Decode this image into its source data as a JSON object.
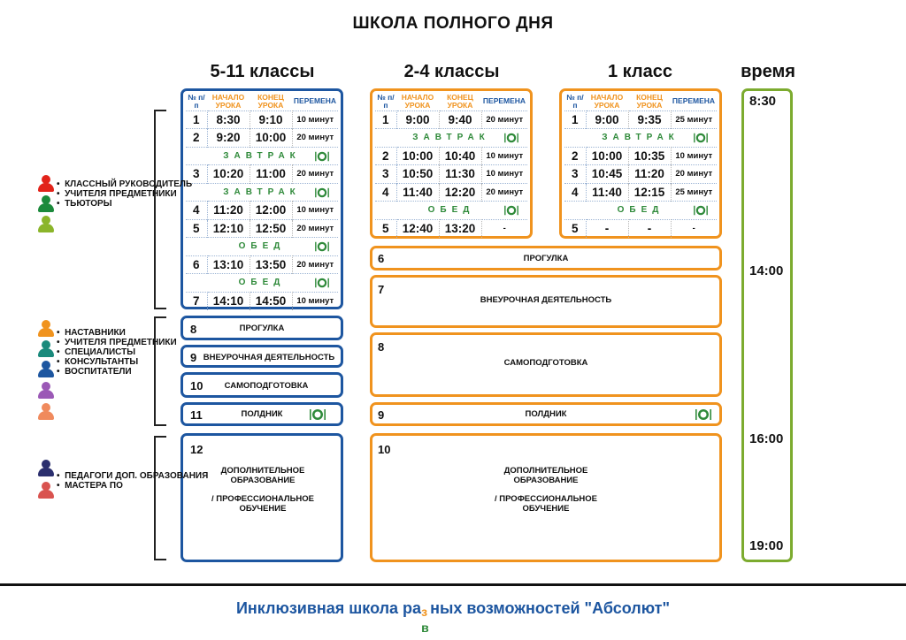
{
  "title": "ШКОЛА ПОЛНОГО ДНЯ",
  "columns": {
    "c511": "5-11 классы",
    "c24": "2-4 классы",
    "c1": "1 класс",
    "time": "время"
  },
  "table_headers": {
    "num": "№ п/п",
    "start": "НАЧАЛО УРОКА",
    "end": "КОНЕЦ УРОКА",
    "break": "ПЕРЕМЕНА"
  },
  "meals": {
    "breakfast": "ЗАВТРАК",
    "lunch": "ОБЕД"
  },
  "sched_511": [
    {
      "n": "1",
      "s": "8:30",
      "e": "9:10",
      "b": "10 минут"
    },
    {
      "n": "2",
      "s": "9:20",
      "e": "10:00",
      "b": "20 минут"
    },
    {
      "meal": "ЗАВТРАК"
    },
    {
      "n": "3",
      "s": "10:20",
      "e": "11:00",
      "b": "20 минут"
    },
    {
      "meal": "ЗАВТРАК"
    },
    {
      "n": "4",
      "s": "11:20",
      "e": "12:00",
      "b": "10 минут"
    },
    {
      "n": "5",
      "s": "12:10",
      "e": "12:50",
      "b": "20 минут"
    },
    {
      "meal": "ОБЕД"
    },
    {
      "n": "6",
      "s": "13:10",
      "e": "13:50",
      "b": "20 минут"
    },
    {
      "meal": "ОБЕД"
    },
    {
      "n": "7",
      "s": "14:10",
      "e": "14:50",
      "b": "10 минут"
    }
  ],
  "sched_24": [
    {
      "n": "1",
      "s": "9:00",
      "e": "9:40",
      "b": "20 минут"
    },
    {
      "meal": "ЗАВТРАК"
    },
    {
      "n": "2",
      "s": "10:00",
      "e": "10:40",
      "b": "10 минут"
    },
    {
      "n": "3",
      "s": "10:50",
      "e": "11:30",
      "b": "10 минут"
    },
    {
      "n": "4",
      "s": "11:40",
      "e": "12:20",
      "b": "20 минут"
    },
    {
      "meal": "ОБЕД"
    },
    {
      "n": "5",
      "s": "12:40",
      "e": "13:20",
      "b": "-"
    }
  ],
  "sched_1": [
    {
      "n": "1",
      "s": "9:00",
      "e": "9:35",
      "b": "25 минут"
    },
    {
      "meal": "ЗАВТРАК"
    },
    {
      "n": "2",
      "s": "10:00",
      "e": "10:35",
      "b": "10 минут"
    },
    {
      "n": "3",
      "s": "10:45",
      "e": "11:20",
      "b": "20 минут"
    },
    {
      "n": "4",
      "s": "11:40",
      "e": "12:15",
      "b": "25 минут"
    },
    {
      "meal": "ОБЕД"
    },
    {
      "n": "5",
      "s": "-",
      "e": "-",
      "b": "-"
    }
  ],
  "blocks_511": {
    "walk": {
      "n": "8",
      "label": "ПРОГУЛКА"
    },
    "extra": {
      "n": "9",
      "label": "ВНЕУРОЧНАЯ ДЕЯТЕЛЬНОСТЬ"
    },
    "self": {
      "n": "10",
      "label": "САМОПОДГОТОВКА"
    },
    "snack": {
      "n": "11",
      "label": "ПОЛДНИК"
    },
    "addl": {
      "n": "12",
      "line1": "ДОПОЛНИТЕЛЬНОЕ ОБРАЗОВАНИЕ",
      "line2": "/ ПРОФЕССИОНАЛЬНОЕ ОБУЧЕНИЕ"
    }
  },
  "blocks_14": {
    "walk": {
      "n": "6",
      "label": "ПРОГУЛКА"
    },
    "extra": {
      "n": "7",
      "label": "ВНЕУРОЧНАЯ ДЕЯТЕЛЬНОСТЬ"
    },
    "self": {
      "n": "8",
      "label": "САМОПОДГОТОВКА"
    },
    "snack": {
      "n": "9",
      "label": "ПОЛДНИК"
    },
    "addl": {
      "n": "10",
      "line1": "ДОПОЛНИТЕЛЬНОЕ ОБРАЗОВАНИЕ",
      "line2": "/ ПРОФЕССИОНАЛЬНОЕ ОБУЧЕНИЕ"
    }
  },
  "times": [
    "8:30",
    "14:00",
    "16:00",
    "19:00"
  ],
  "legend": {
    "g1": [
      "КЛАССНЫЙ РУКОВОДИТЕЛЬ",
      "УЧИТЕЛЯ ПРЕДМЕТНИКИ",
      "ТЬЮТОРЫ"
    ],
    "g2": [
      "НАСТАВНИКИ",
      "УЧИТЕЛЯ ПРЕДМЕТНИКИ",
      "СПЕЦИАЛИСТЫ",
      "КОНСУЛЬТАНТЫ",
      "ВОСПИТАТЕЛИ"
    ],
    "g3": [
      "ПЕДАГОГИ ДОП. ОБРАЗОВАНИЯ",
      "МАСТЕРА ПО"
    ]
  },
  "footer": {
    "before": "Инклюзивная школа ра",
    "z_top": "з",
    "z_bottom": "в",
    "after": "ных возможностей \"Абсолют\""
  },
  "colors": {
    "blue": "#1d56a0",
    "orange": "#f0931e",
    "green": "#7cab2f",
    "meal_green": "#2f8a3a"
  }
}
